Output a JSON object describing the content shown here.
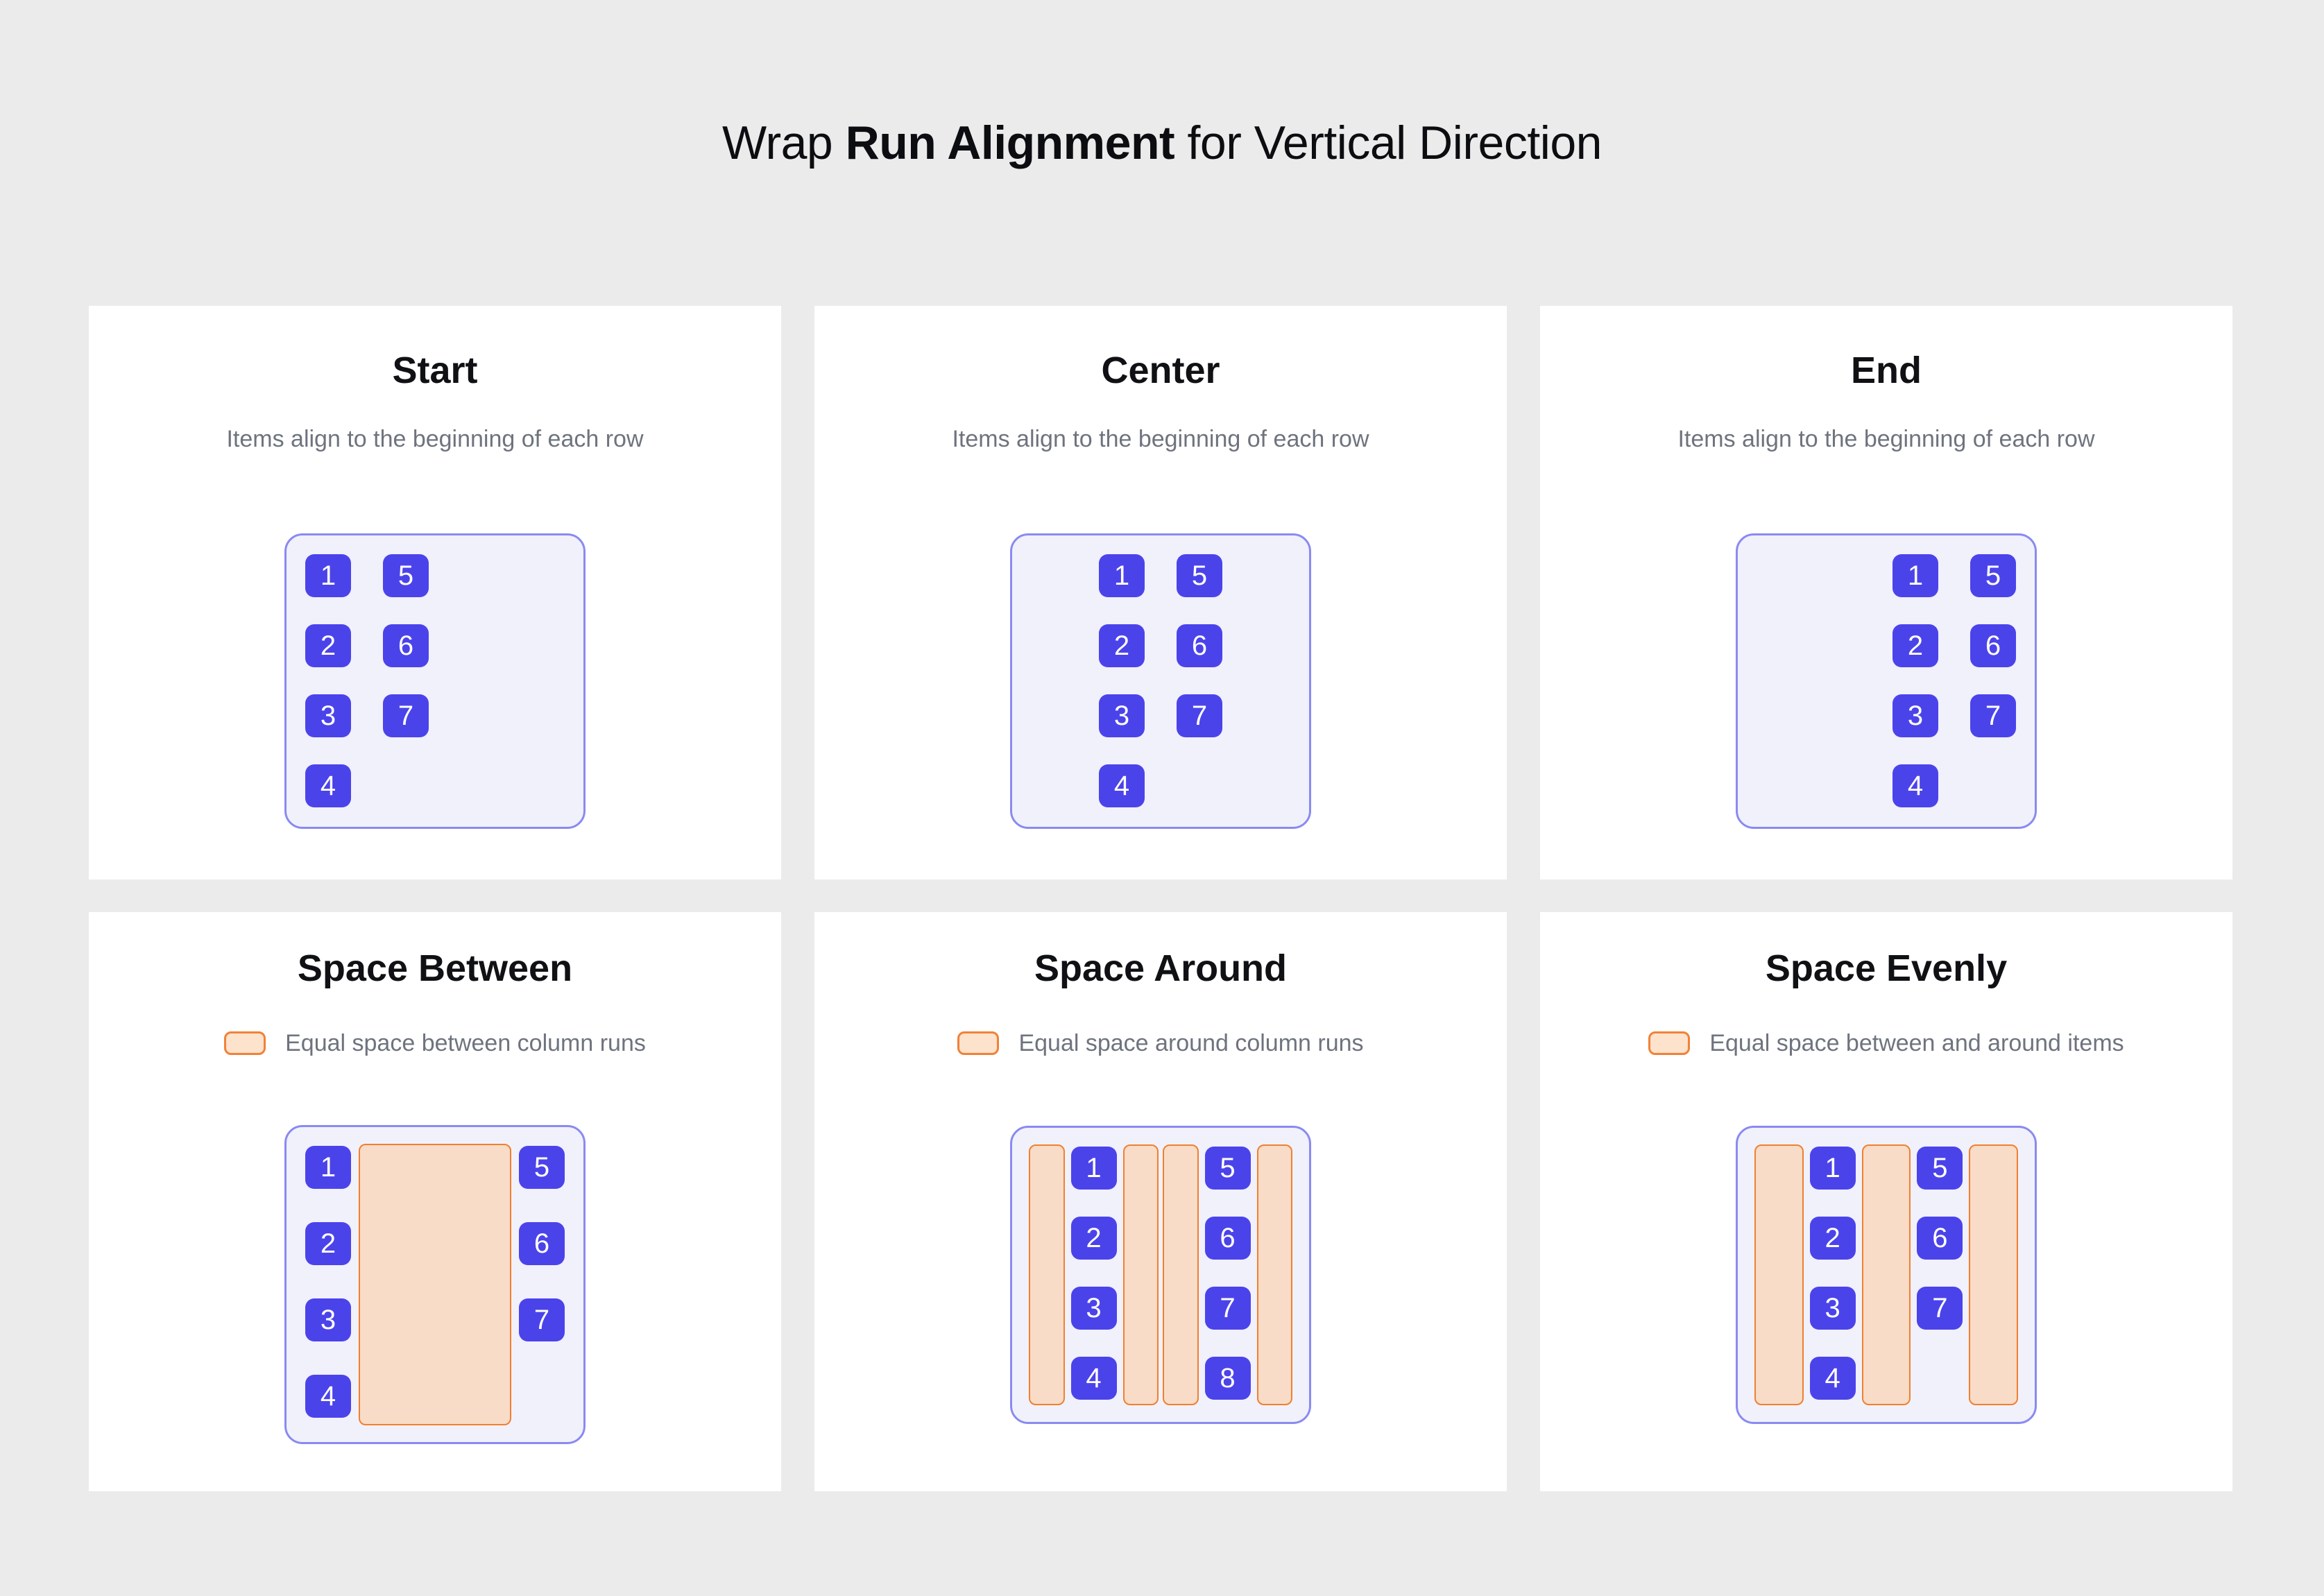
{
  "page": {
    "title_prefix": "Wrap ",
    "title_bold": "Run Alignment",
    "title_suffix": " for Vertical Direction",
    "background_color": "#ebebeb"
  },
  "colors": {
    "item_fill": "#4b43ea",
    "container_fill": "#f1f1fc",
    "container_border": "#8a8af2",
    "spacer_fill": "#f8dcc7",
    "spacer_border": "#f0802f",
    "subtitle_text": "#6e737e"
  },
  "cards": [
    {
      "title": "Start",
      "subtitle": "Items align to the beginning of each row",
      "variant": "start",
      "columns": [
        [
          "1",
          "2",
          "3",
          "4"
        ],
        [
          "5",
          "6",
          "7"
        ]
      ]
    },
    {
      "title": "Center",
      "subtitle": "Items align to the beginning of each row",
      "variant": "center",
      "columns": [
        [
          "1",
          "2",
          "3",
          "4"
        ],
        [
          "5",
          "6",
          "7"
        ]
      ]
    },
    {
      "title": "End",
      "subtitle": "Items align to the beginning of each row",
      "variant": "end",
      "columns": [
        [
          "1",
          "2",
          "3",
          "4"
        ],
        [
          "5",
          "6",
          "7"
        ]
      ]
    },
    {
      "title": "Space Between",
      "legend": "Equal space between column runs",
      "variant": "between",
      "columns": [
        [
          "1",
          "2",
          "3",
          "4"
        ],
        [
          "5",
          "6",
          "7"
        ]
      ]
    },
    {
      "title": "Space Around",
      "legend": "Equal space around column runs",
      "variant": "around",
      "columns": [
        [
          "1",
          "2",
          "3",
          "4"
        ],
        [
          "5",
          "6",
          "7",
          "8"
        ]
      ]
    },
    {
      "title": "Space Evenly",
      "legend": "Equal space between and around items",
      "variant": "evenly",
      "columns": [
        [
          "1",
          "2",
          "3",
          "4"
        ],
        [
          "5",
          "6",
          "7"
        ]
      ]
    }
  ]
}
